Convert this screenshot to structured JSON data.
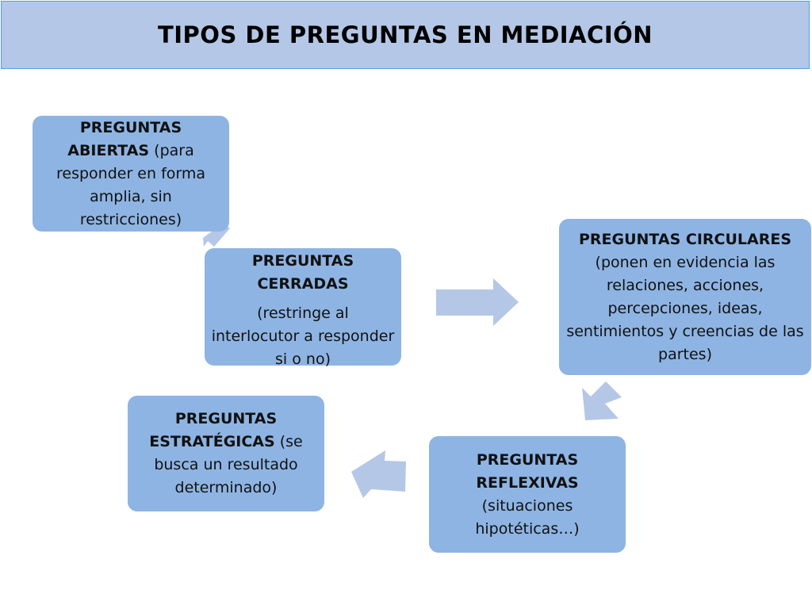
{
  "title": "TIPOS DE PREGUNTAS EN MEDIACIÓN",
  "boxes": {
    "abiertas": {
      "bold": "PREGUNTAS ABIERTAS",
      "rest": " (para responder en forma amplia, sin restricciones)"
    },
    "cerradas": {
      "bold": "PREGUNTAS CERRADAS",
      "rest": "(restringe al interlocutor a responder si o no)"
    },
    "circulares": {
      "bold": "PREGUNTAS CIRCULARES",
      "rest": "(ponen en evidencia las relaciones, acciones, percepciones, ideas, sentimientos y creencias de las partes)"
    },
    "reflexivas": {
      "bold": "PREGUNTAS REFLEXIVAS",
      "rest": "(situaciones hipotéticas…)"
    },
    "estrategicas": {
      "bold": "PREGUNTAS ESTRATÉGICAS",
      "rest": " (se busca un resultado determinado)"
    }
  },
  "colors": {
    "box_fill": "#8eb4e3",
    "arrow_fill": "#b4c7e7",
    "title_fill": "#b4c7e7"
  }
}
